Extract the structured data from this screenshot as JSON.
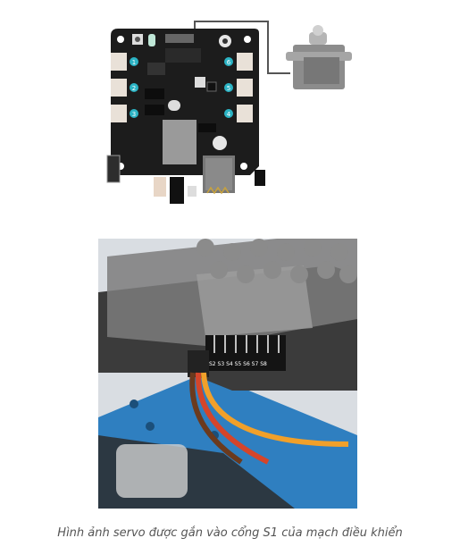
{
  "figure_board": {
    "port_labels_left": [
      "1",
      "2",
      "3"
    ],
    "port_labels_right": [
      "6",
      "5",
      "4"
    ],
    "colors": {
      "board": "#1c1c1c",
      "port": "#e9e1d8",
      "port_number": "#2bb3c4",
      "servo_body": "#8c8c8c",
      "cable": "#555555"
    }
  },
  "figure_photo": {
    "pin_labels": "S2 S3 S4 S5 S6 S7 S8",
    "colors": {
      "base_plate": "#2f7fc0",
      "wire_brown": "#6b3a1e",
      "wire_red": "#d4452a",
      "wire_orange": "#f1a02a",
      "controller": "#3b3b3b"
    }
  },
  "caption": "Hình ảnh servo được gắn vào cổng S1 của mạch điều khiển"
}
